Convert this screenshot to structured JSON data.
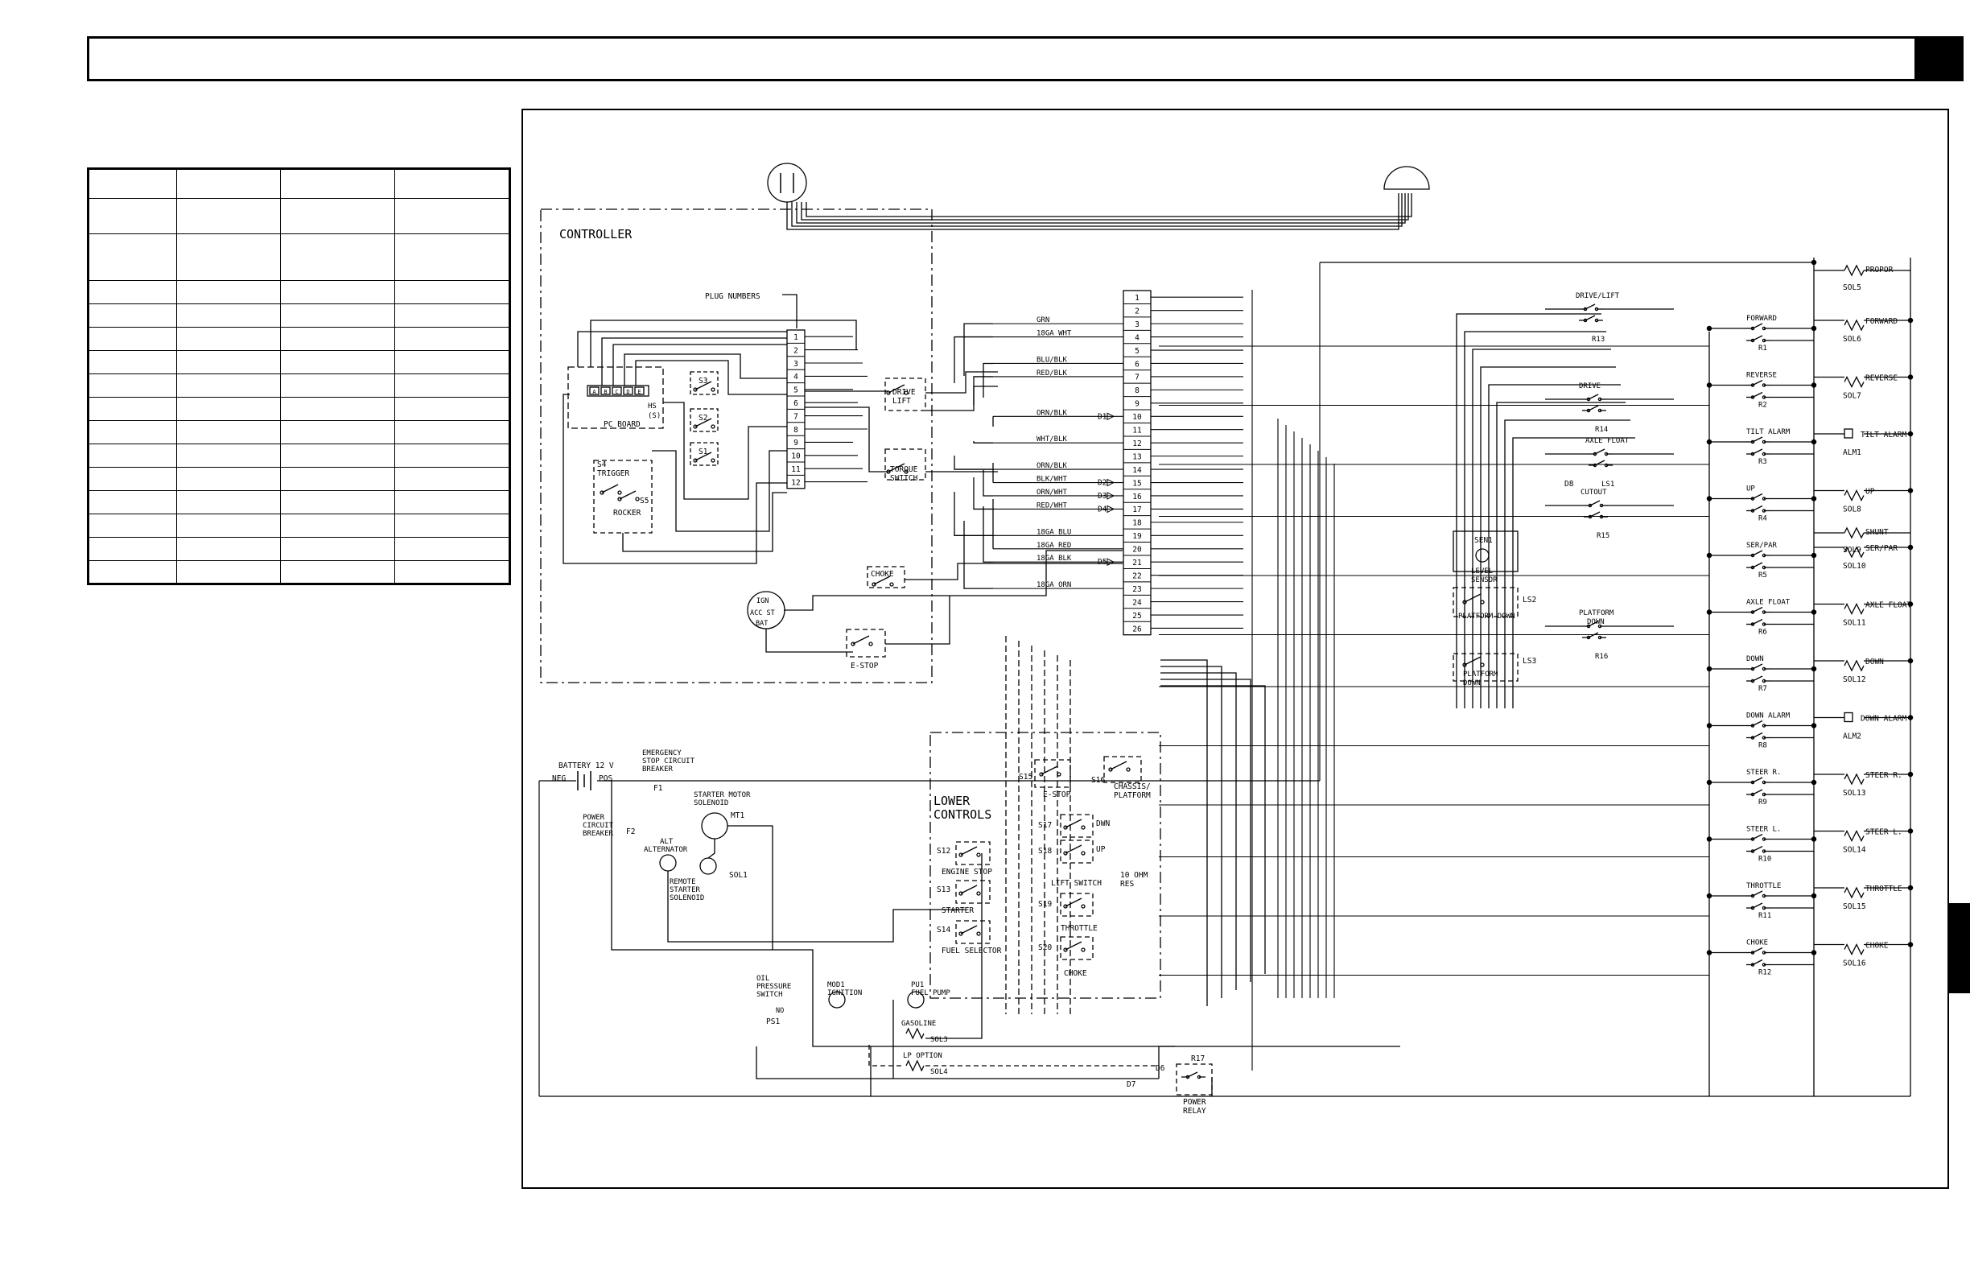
{
  "controller": {
    "title": "CONTROLLER",
    "plug_numbers_label": "PLUG NUMBERS",
    "pins": [
      "1",
      "2",
      "3",
      "4",
      "5",
      "6",
      "7",
      "8",
      "9",
      "10",
      "11",
      "12"
    ],
    "pc_board": "PC BOARD",
    "pc_pins": [
      "A",
      "B",
      "C",
      "D",
      "E"
    ],
    "hs": "HS",
    "hs2": "(S)",
    "s1": "S1",
    "s2": "S2",
    "s3": "S3",
    "s4": "S4",
    "s4_name": "TRIGGER",
    "s5": "S5",
    "s5_name": "ROCKER",
    "drive_lift": [
      "DRIVE",
      "LIFT"
    ],
    "torque_switch": [
      "TORQUE",
      "SWITCH"
    ],
    "choke": "CHOKE",
    "estop": "E-STOP",
    "ign": "IGN",
    "acc_st": "ACC ST",
    "bat": "BAT"
  },
  "terminal_strip": {
    "numbers": [
      "1",
      "2",
      "3",
      "4",
      "5",
      "6",
      "7",
      "8",
      "9",
      "10",
      "11",
      "12",
      "13",
      "14",
      "15",
      "16",
      "17",
      "18",
      "19",
      "20",
      "21",
      "22",
      "23",
      "24",
      "25",
      "26"
    ],
    "wires": [
      {
        "label": "GRN",
        "pin": 3
      },
      {
        "label": "18GA WHT",
        "pin": 4
      },
      {
        "label": "BLU/BLK",
        "pin": 6
      },
      {
        "label": "RED/BLK",
        "pin": 7
      },
      {
        "label": "ORN/BLK",
        "pin": 10
      },
      {
        "label": "WHT/BLK",
        "pin": 12
      },
      {
        "label": "ORN/BLK",
        "pin": 14
      },
      {
        "label": "BLK/WHT",
        "pin": 15
      },
      {
        "label": "ORN/WHT",
        "pin": 16
      },
      {
        "label": "RED/WHT",
        "pin": 17
      },
      {
        "label": "18GA BLU",
        "pin": 19
      },
      {
        "label": "18GA RED",
        "pin": 20
      },
      {
        "label": "18GA BLK",
        "pin": 21
      },
      {
        "label": "18GA ORN",
        "pin": 23
      }
    ],
    "diodes": [
      {
        "label": "D1",
        "pin": 10
      },
      {
        "label": "D2",
        "pin": 15
      },
      {
        "label": "D3",
        "pin": 16
      },
      {
        "label": "D4",
        "pin": 17
      },
      {
        "label": "D5",
        "pin": 21
      }
    ]
  },
  "relays_right": [
    {
      "name": "FORWARD",
      "relay": "R1",
      "load": "FORWARD",
      "code": "SOL6"
    },
    {
      "name": "REVERSE",
      "relay": "R2",
      "load": "REVERSE",
      "code": "SOL7"
    },
    {
      "name": "TILT ALARM",
      "relay": "R3",
      "load": "TILT ALARM",
      "code": "ALM1",
      "alarm": true
    },
    {
      "name": "UP",
      "relay": "R4",
      "load": "UP",
      "code": "SOL8"
    },
    {
      "name": "SER/PAR",
      "relay": "R5",
      "load": "SER/PAR",
      "code": "SOL10"
    },
    {
      "name": "AXLE FLOAT",
      "relay": "R6",
      "load": "AXLE FLOAT",
      "code": "SOL11"
    },
    {
      "name": "DOWN",
      "relay": "R7",
      "load": "DOWN",
      "code": "SOL12"
    },
    {
      "name": "DOWN ALARM",
      "relay": "R8",
      "load": "DOWN ALARM",
      "code": "ALM2",
      "alarm": true
    },
    {
      "name": "STEER R.",
      "relay": "R9",
      "load": "STEER R.",
      "code": "SOL13"
    },
    {
      "name": "STEER L.",
      "relay": "R10",
      "load": "STEER L.",
      "code": "SOL14"
    },
    {
      "name": "THROTTLE",
      "relay": "R11",
      "load": "THROTTLE",
      "code": "SOL15"
    },
    {
      "name": "CHOKE",
      "relay": "R12",
      "load": "CHOKE",
      "code": "SOL16"
    }
  ],
  "top_load": {
    "load": "PROPOR",
    "code": "SOL5"
  },
  "shunt": {
    "load": "SHUNT",
    "code": "SOL9"
  },
  "mid_relays": [
    {
      "name": "DRIVE/LIFT",
      "relay": "R13"
    },
    {
      "name": "DRIVE",
      "relay": "R14"
    },
    {
      "name": "AXLE FLOAT",
      "relay": "LS1"
    },
    {
      "name": "CUTOUT",
      "relay": "R15"
    },
    {
      "name": "PLATFORM DOWN",
      "relay": "R16"
    }
  ],
  "sensors": {
    "sen1": "SEN1",
    "level_sensor": [
      "LEVEL",
      "SENSOR"
    ],
    "ls2": "LS2",
    "platform_down": "PLATFORM DOWN",
    "ls3": "LS3",
    "platform_down_2": [
      "PLATFORM",
      "DOWN"
    ],
    "d8": "D8"
  },
  "lower_controls": {
    "title": [
      "LOWER",
      "CONTROLS"
    ],
    "s15": "S15",
    "estop": "E-STOP",
    "s16": "S16",
    "chassis": [
      "CHASSIS/",
      "PLATFORM"
    ],
    "s17": "S17",
    "down": "DWN",
    "s18": "S18",
    "up": "UP",
    "lift_switch": "LIFT SWITCH",
    "ohm": [
      "10 OHM",
      "RES"
    ],
    "s19": "S19",
    "throttle": "THROTTLE",
    "s20": "S20",
    "choke": "CHOKE",
    "s12": "S12",
    "engine_stop": "ENGINE STOP",
    "s13": "S13",
    "starter": "STARTER",
    "s14": "S14",
    "fuel_selector": "FUEL SELECTOR"
  },
  "engine": {
    "battery": "BATTERY 12 V",
    "neg": "NEG",
    "pos": "POS",
    "emergency": [
      "EMERGENCY",
      "STOP CIRCUIT",
      "BREAKER"
    ],
    "f1": "F1",
    "power_cb": [
      "POWER",
      "CIRCUIT",
      "BREAKER"
    ],
    "f2": "F2",
    "starter_motor": [
      "STARTER MOTOR",
      "SOLENOID"
    ],
    "mt1": "MT1",
    "alt": "ALT",
    "alternator": "ALTERNATOR",
    "remote": [
      "REMOTE",
      "STARTER",
      "SOLENOID"
    ],
    "sol1": "SOL1",
    "oil": [
      "OIL",
      "PRESSURE",
      "SWITCH"
    ],
    "no": "NO",
    "ps1": "PS1",
    "mod1": [
      "MOD1",
      "IGNITION"
    ],
    "pu1": [
      "PU1",
      "FUEL PUMP"
    ],
    "gasoline": "GASOLINE",
    "sol3": "SOL3",
    "lp": "LP OPTION",
    "sol4": "SOL4",
    "d6": "D6",
    "d7": "D7",
    "r17": "R17",
    "power_relay": [
      "POWER",
      "RELAY"
    ]
  }
}
